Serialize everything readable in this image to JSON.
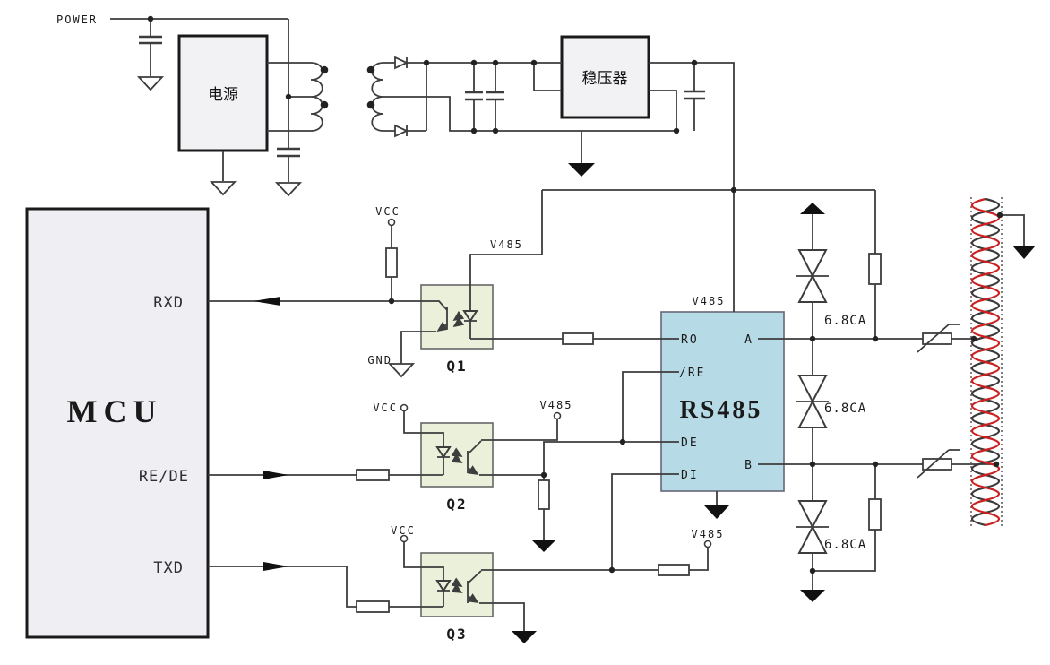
{
  "diagram": {
    "type": "circuit-schematic",
    "labels": {
      "power": "POWER",
      "vcc": "VCC",
      "gnd": "GND",
      "v485": "V485",
      "tvs_rating": "6.8CA"
    },
    "blocks": {
      "power_supply": {
        "label": "电源"
      },
      "regulator": {
        "label": "稳压器"
      },
      "mcu": {
        "title": "MCU",
        "pin_rxd": "RXD",
        "pin_rede": "RE/DE",
        "pin_txd": "TXD"
      },
      "rs485": {
        "title": "RS485",
        "pin_ro": "RO",
        "pin_re": "/RE",
        "pin_de": "DE",
        "pin_di": "DI",
        "pin_a": "A",
        "pin_b": "B"
      },
      "opto_q1": {
        "label": "Q1"
      },
      "opto_q2": {
        "label": "Q2"
      },
      "opto_q3": {
        "label": "Q3"
      }
    },
    "colors": {
      "wire": "#3d3d3d",
      "mcu_fill": "#efeef3",
      "block_fill": "#f2f1f4",
      "opto_fill": "#eaf0da",
      "rs485_fill": "#b6dbe7",
      "red_text": "#b2423a",
      "pair_red": "#cc2020",
      "pair_black": "#3a3a3a"
    }
  }
}
